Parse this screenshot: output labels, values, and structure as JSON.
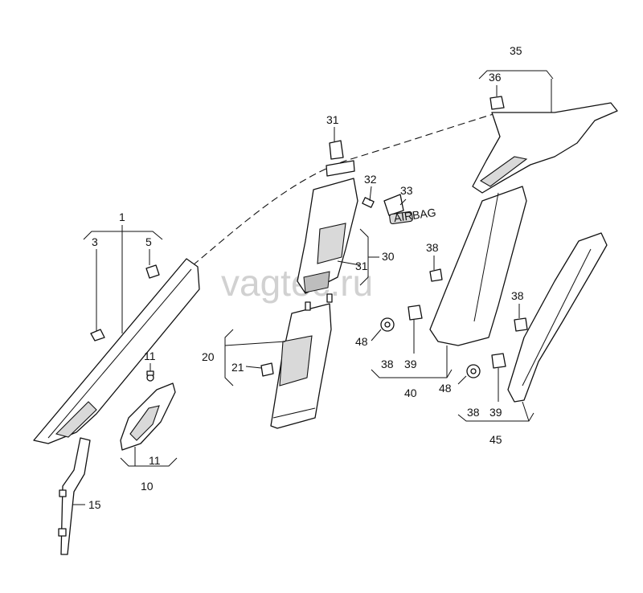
{
  "watermark": "vagtec.ru",
  "callouts": {
    "c1": "1",
    "c3": "3",
    "c5": "5",
    "c11a": "11",
    "c11b": "11",
    "c10": "10",
    "c15": "15",
    "c20": "20",
    "c21": "21",
    "c31a": "31",
    "c31b": "31",
    "c30": "30",
    "c32": "32",
    "c33": "33",
    "c35": "35",
    "c36": "36",
    "c38a": "38",
    "c48a": "48",
    "c38b": "38",
    "c39a": "39",
    "c40": "40",
    "c38c": "38",
    "c48b": "48",
    "c38d": "38",
    "c39b": "39",
    "c45": "45"
  },
  "placard_text": "AIRBAG",
  "colors": {
    "line": "#111111",
    "watermark": "#c9c9c9",
    "shade": "#d9d9d9"
  }
}
